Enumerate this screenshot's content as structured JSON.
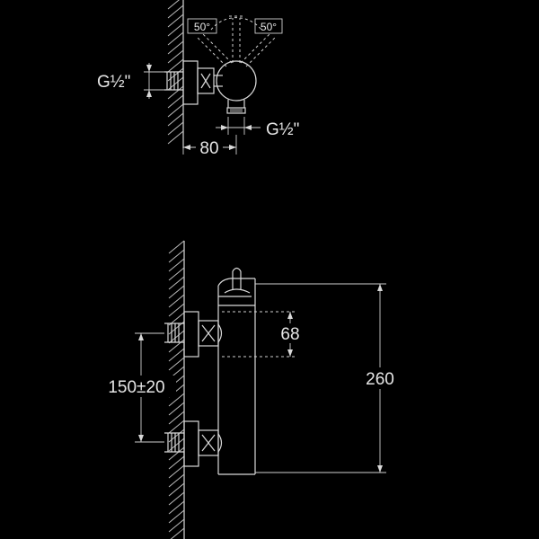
{
  "top_view": {
    "angle_left": "50°",
    "angle_right": "50°",
    "thread_inlet": "G½\"",
    "thread_outlet": "G½\"",
    "offset": "80"
  },
  "side_view": {
    "inlet_height": "68",
    "inlet_spacing": "150±20",
    "total_height": "260"
  },
  "colors": {
    "line": "#d9d9d9",
    "background": "#000000"
  }
}
